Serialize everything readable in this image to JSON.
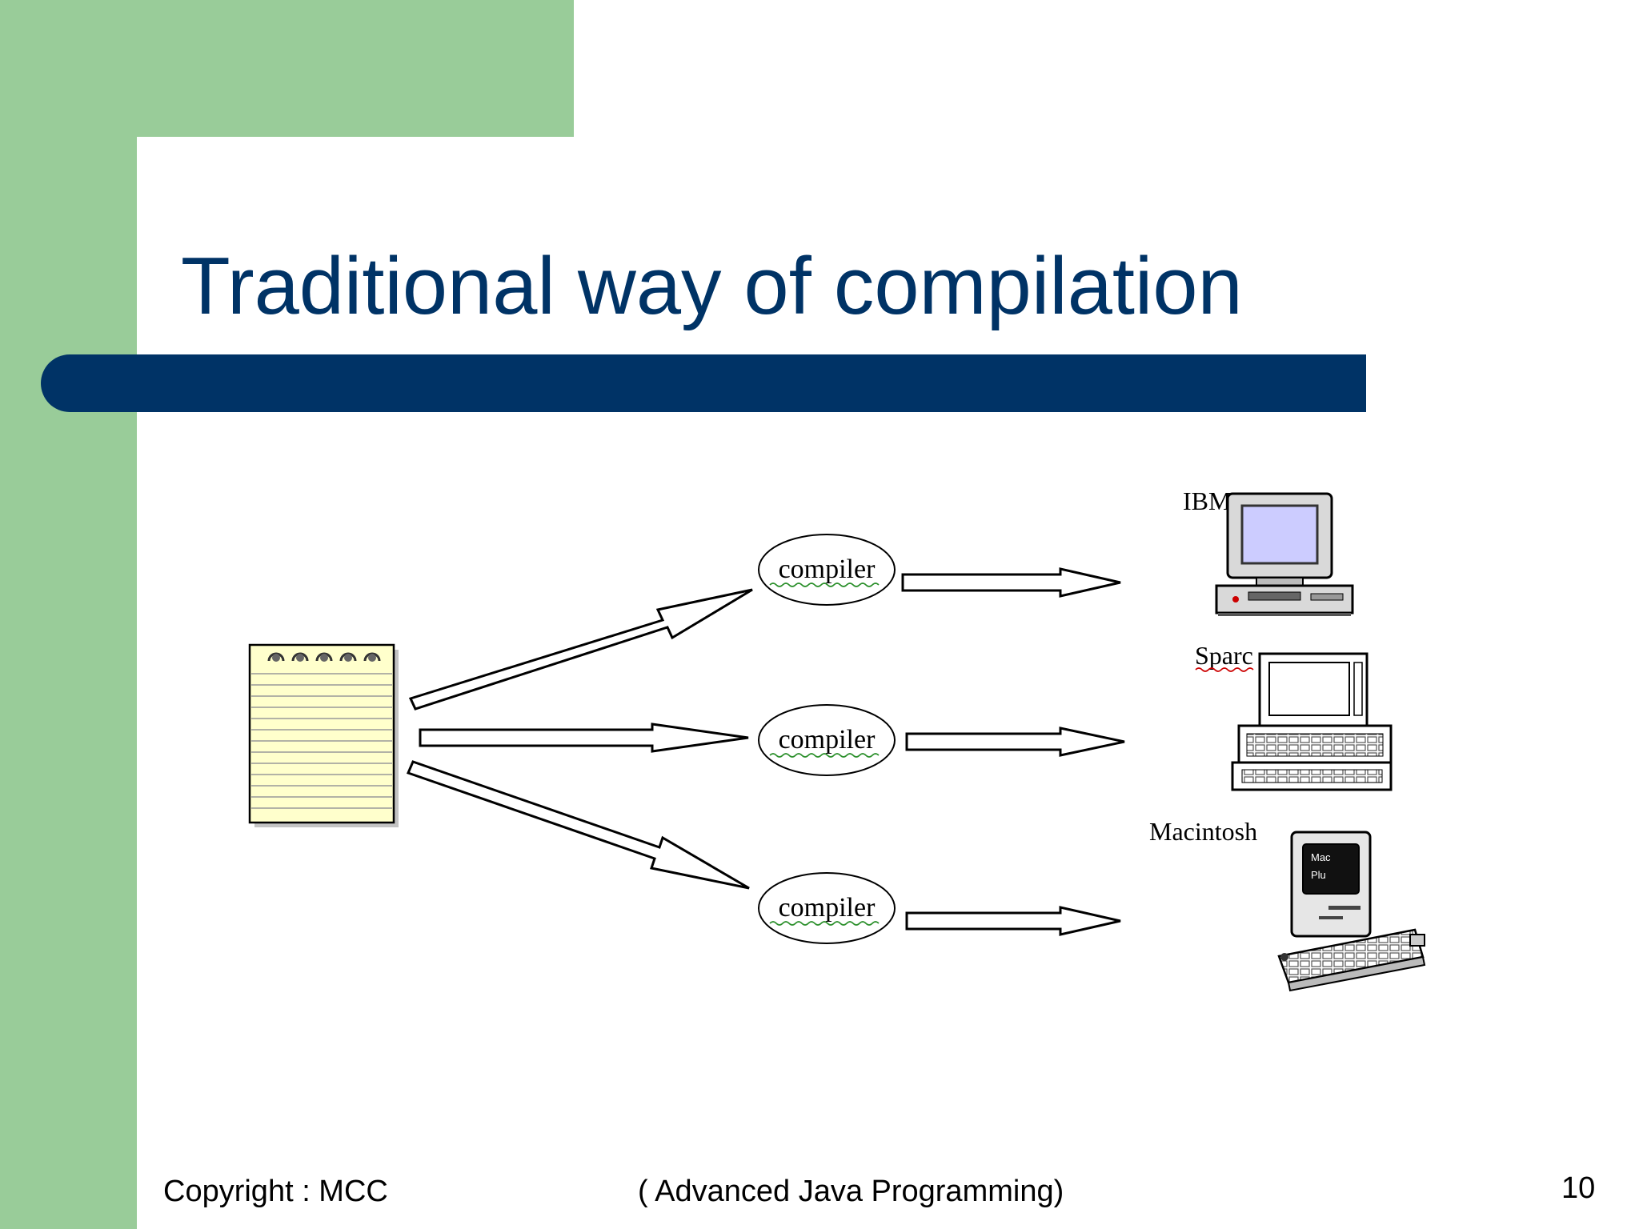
{
  "slide": {
    "title": "Traditional way of compilation",
    "colors": {
      "accent_green": "#99cc99",
      "title_blue": "#003366",
      "notepad_yellow": "#ffffcc",
      "screen_lavender": "#ccccff"
    }
  },
  "diagram": {
    "compiler_label": "compiler",
    "source_icon": "notepad-icon",
    "targets": [
      {
        "label": "IBM",
        "icon": "ibm-computer-icon"
      },
      {
        "label": "Sparc",
        "icon": "sparc-workstation-icon"
      },
      {
        "label": "Macintosh",
        "icon": "macintosh-computer-icon"
      }
    ],
    "mac_screen_text": [
      "Mac",
      "Plu"
    ]
  },
  "footer": {
    "copyright": "Copyright : MCC",
    "course": "( Advanced Java Programming)",
    "page_number": "10"
  }
}
